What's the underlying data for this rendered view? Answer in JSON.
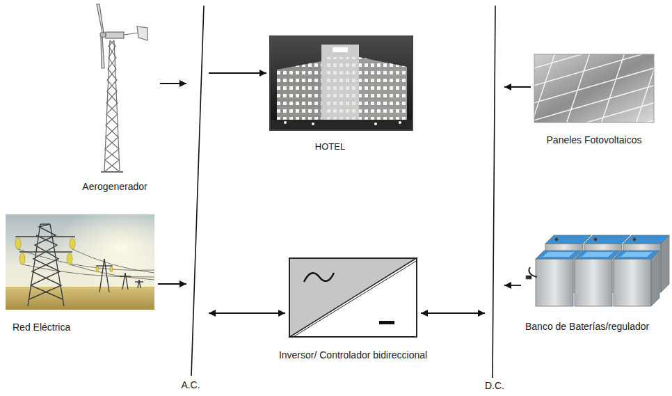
{
  "diagram": {
    "nodes": [
      {
        "text": [
          "Aerogenerador"
        ]
      },
      {
        "text": [
          "HOTEL"
        ]
      },
      {
        "text": [
          "Paneles Fotovoltaicos"
        ]
      },
      {
        "text": [
          "Red Eléctrica"
        ]
      },
      {
        "text": [
          "Inversor/ Controlador bidireccional"
        ]
      },
      {
        "text": [
          "Banco de Baterías/regulador"
        ]
      },
      {
        "text": [
          "A.C."
        ]
      },
      {
        "text": [
          "D.C."
        ]
      }
    ],
    "edges": [
      {
        "from": 0,
        "to": 6,
        "arrow": "to"
      },
      {
        "from": 6,
        "to": 1,
        "arrow": "to"
      },
      {
        "from": 3,
        "to": 6,
        "arrow": "to"
      },
      {
        "from": 6,
        "to": 4,
        "arrow": "both"
      },
      {
        "from": 4,
        "to": 7,
        "arrow": "both"
      },
      {
        "from": 2,
        "to": 7,
        "arrow": "to"
      },
      {
        "from": 5,
        "to": 7,
        "arrow": "to"
      }
    ]
  }
}
